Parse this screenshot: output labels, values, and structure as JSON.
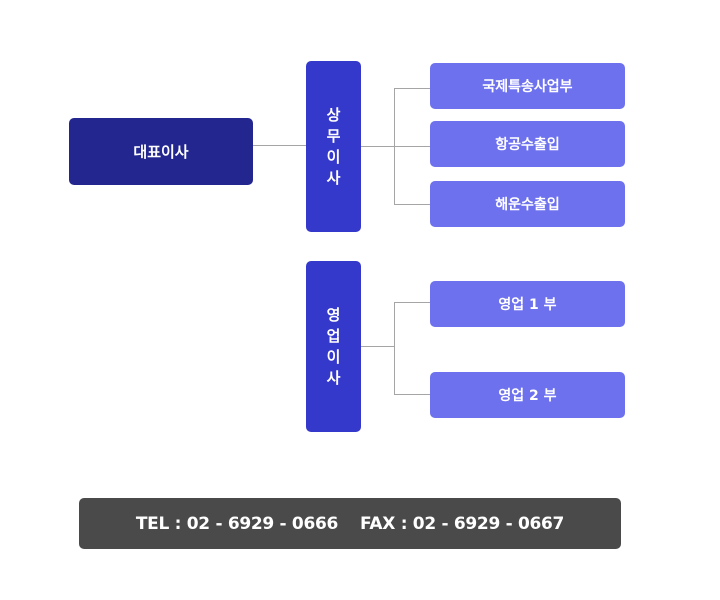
{
  "org": {
    "ceo": "대표이사",
    "directors": [
      {
        "chars": [
          "상",
          "무",
          "이",
          "사"
        ],
        "departments": [
          "국제특송사업부",
          "항공수출입",
          "해운수출입"
        ]
      },
      {
        "chars": [
          "영",
          "업",
          "이",
          "사"
        ],
        "departments": [
          "영업 1 부",
          "영업 2 부"
        ]
      }
    ]
  },
  "contact": {
    "tel": "TEL : 02 - 6929 - 0666",
    "fax": "FAX : 02 - 6929 - 0667"
  },
  "colors": {
    "ceo": "#22268e",
    "director": "#3438cb",
    "department": "#6d71ee",
    "connector": "#a5a5a5",
    "contact_bar": "#4a4a4a"
  }
}
